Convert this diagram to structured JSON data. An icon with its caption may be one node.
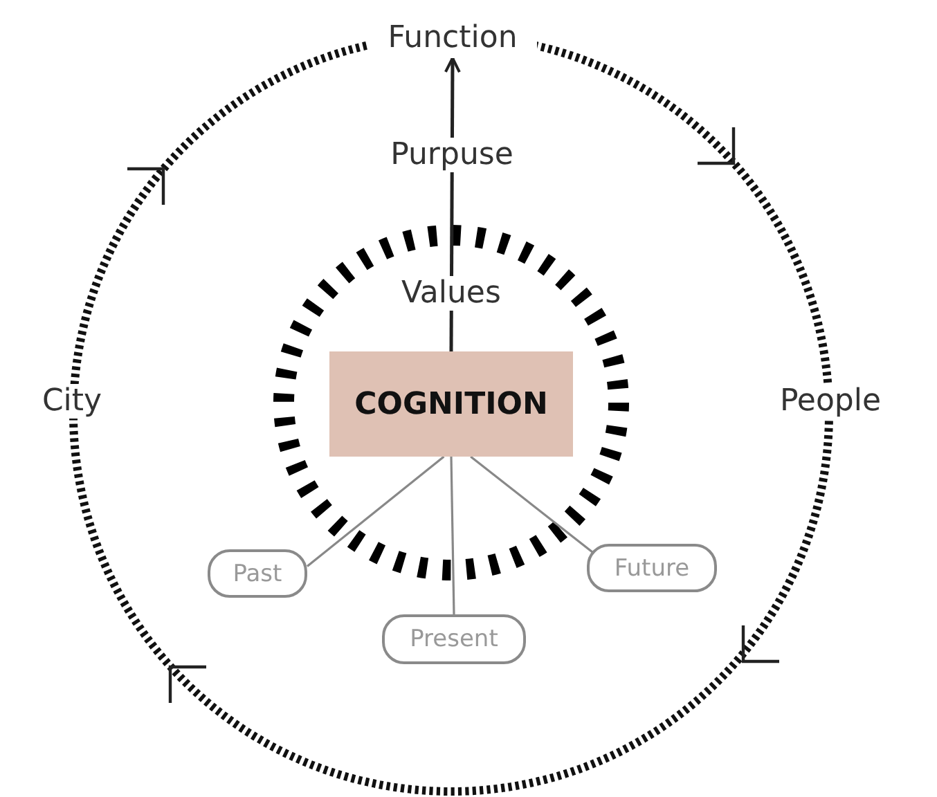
{
  "diagram": {
    "nodes": [
      {
        "text": [
          "Function"
        ]
      },
      {
        "text": [
          "COGNITION"
        ]
      },
      {
        "text": [
          "Past"
        ]
      },
      {
        "text": [
          "Present"
        ]
      },
      {
        "text": [
          "Future"
        ]
      }
    ],
    "edges": [
      {
        "from": 1,
        "to": 0,
        "arrow": "to",
        "label": "Purpuse",
        "color": "#222222"
      },
      {
        "from": 1,
        "to": 2,
        "arrow": "none"
      },
      {
        "from": 1,
        "to": 3,
        "arrow": "none"
      },
      {
        "from": 1,
        "to": 4,
        "arrow": "none"
      }
    ],
    "labels": [
      "Values",
      "City",
      "People"
    ]
  }
}
